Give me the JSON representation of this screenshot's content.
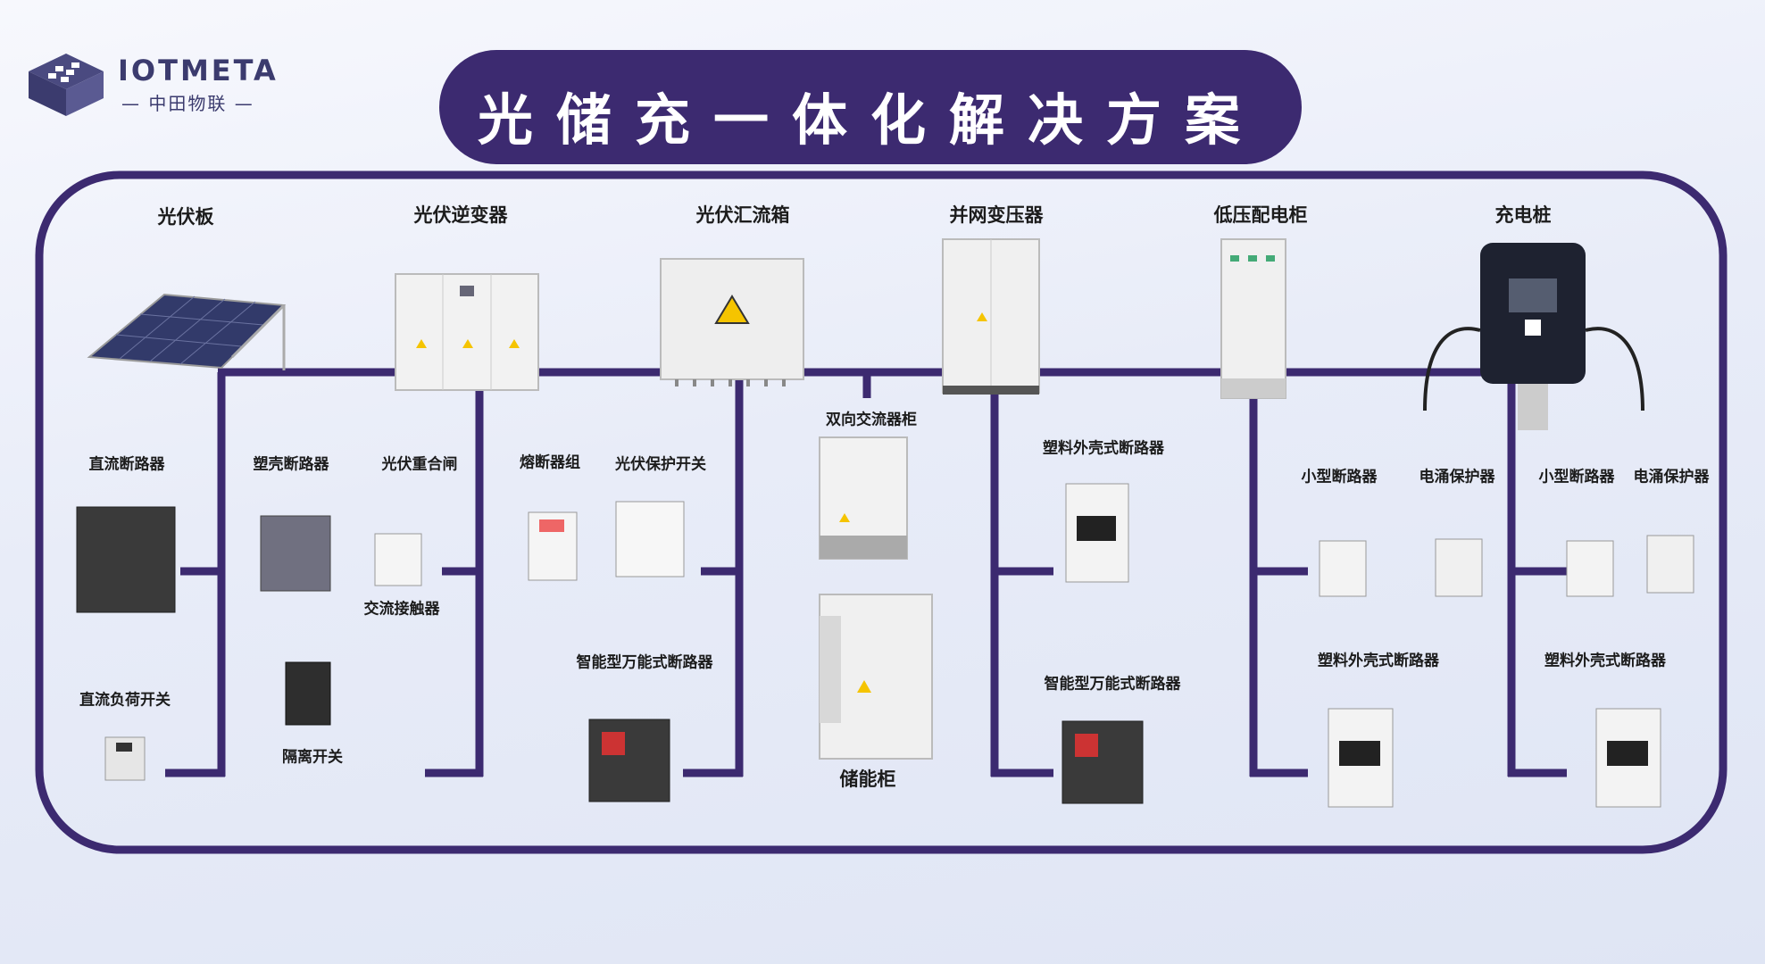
{
  "brand": {
    "name": "IOTMETA",
    "subtitle": "中田物联"
  },
  "title": "光储充一体化解决方案",
  "categories": {
    "pv_panel": "光伏板",
    "inverter": "光伏逆变器",
    "combiner": "光伏汇流箱",
    "transformer": "并网变压器",
    "lv_cabinet": "低压配电柜",
    "charger": "充电桩"
  },
  "components": {
    "dc_breaker": "直流断路器",
    "dc_load_switch": "直流负荷开关",
    "mccb": "塑壳断路器",
    "pv_reclose": "光伏重合闸",
    "ac_contactor": "交流接触器",
    "isolation_switch": "隔离开关",
    "fuse_group": "熔断器组",
    "pv_protect_switch": "光伏保护开关",
    "smart_acb_1": "智能型万能式断路器",
    "bidirectional_converter": "双向交流器柜",
    "storage_cabinet": "储能柜",
    "molded_breaker_1": "塑料外壳式断路器",
    "smart_acb_2": "智能型万能式断路器",
    "mcb_1": "小型断路器",
    "spd_1": "电涌保护器",
    "molded_breaker_2": "塑料外壳式断路器",
    "mcb_2": "小型断路器",
    "spd_2": "电涌保护器",
    "molded_breaker_3": "塑料外壳式断路器"
  },
  "colors": {
    "line": "#3c2a70",
    "banner": "#3c2a70"
  }
}
